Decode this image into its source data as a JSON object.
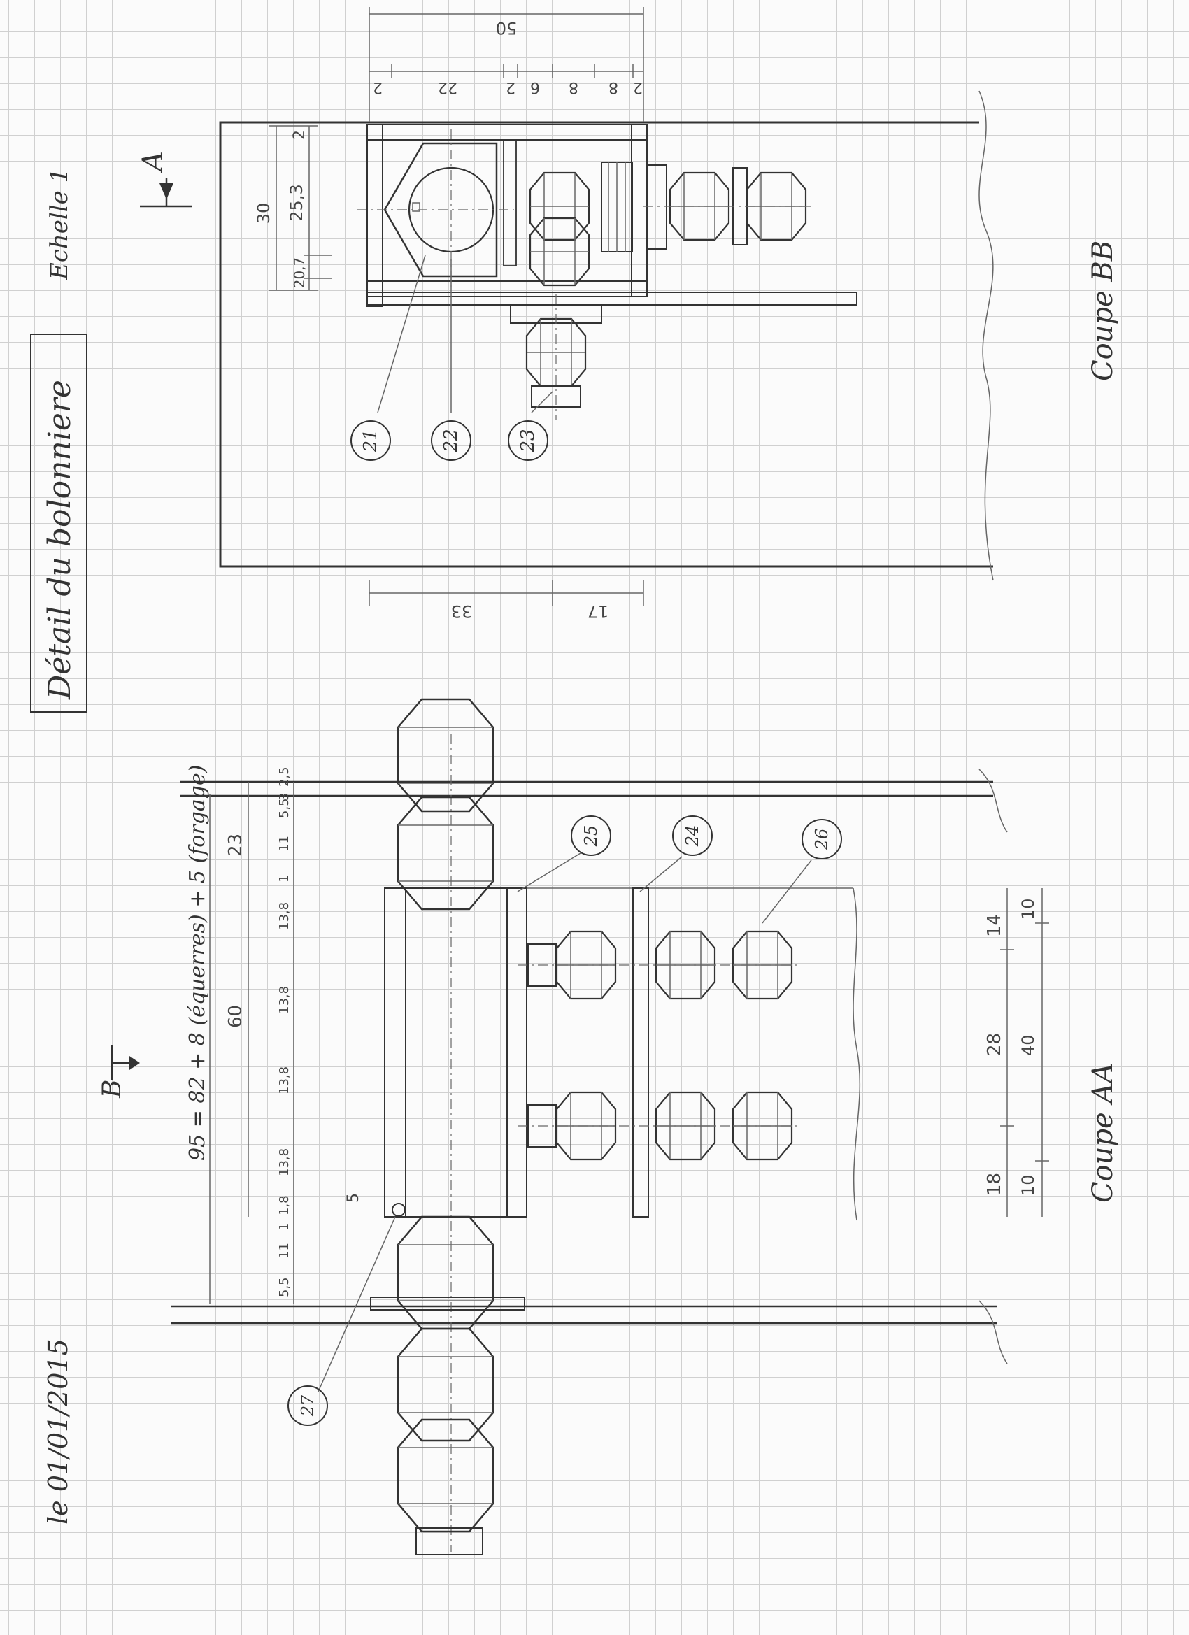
{
  "title": "Détail du bolonniere",
  "scale": "Echelle 1",
  "date": "le 01/01/2015",
  "views": {
    "bb": {
      "label": "Coupe BB",
      "arrow_label": "A",
      "dims_top": {
        "total": "50",
        "ticks": [
          "2",
          "22",
          "2",
          "6",
          "8",
          "8",
          "2"
        ]
      },
      "dims_left": {
        "d30": "30",
        "d25": "25,3",
        "d2": "2",
        "d20": "20,7"
      },
      "dims_bottom": {
        "d33": "33",
        "d17": "17"
      },
      "callouts": [
        "21",
        "22",
        "23"
      ]
    },
    "aa": {
      "label": "Coupe AA",
      "arrow_label": "B",
      "dim_formula": "95 = 82 + 8 (équerres) + 5 (forgage)",
      "dims_top": {
        "d60": "60",
        "d23": "23",
        "d5": "5"
      },
      "dims_row": [
        "5,5",
        "11",
        "1",
        "1,8",
        "13,8",
        "13,8",
        "13,8",
        "13,8",
        "1",
        "11",
        "5,5",
        "3",
        "2,5"
      ],
      "dims_bottom_upper": [
        "18",
        "28",
        "14"
      ],
      "dims_bottom_lower": [
        "10",
        "40",
        "10"
      ],
      "callouts": [
        "24",
        "25",
        "26",
        "27"
      ]
    }
  }
}
